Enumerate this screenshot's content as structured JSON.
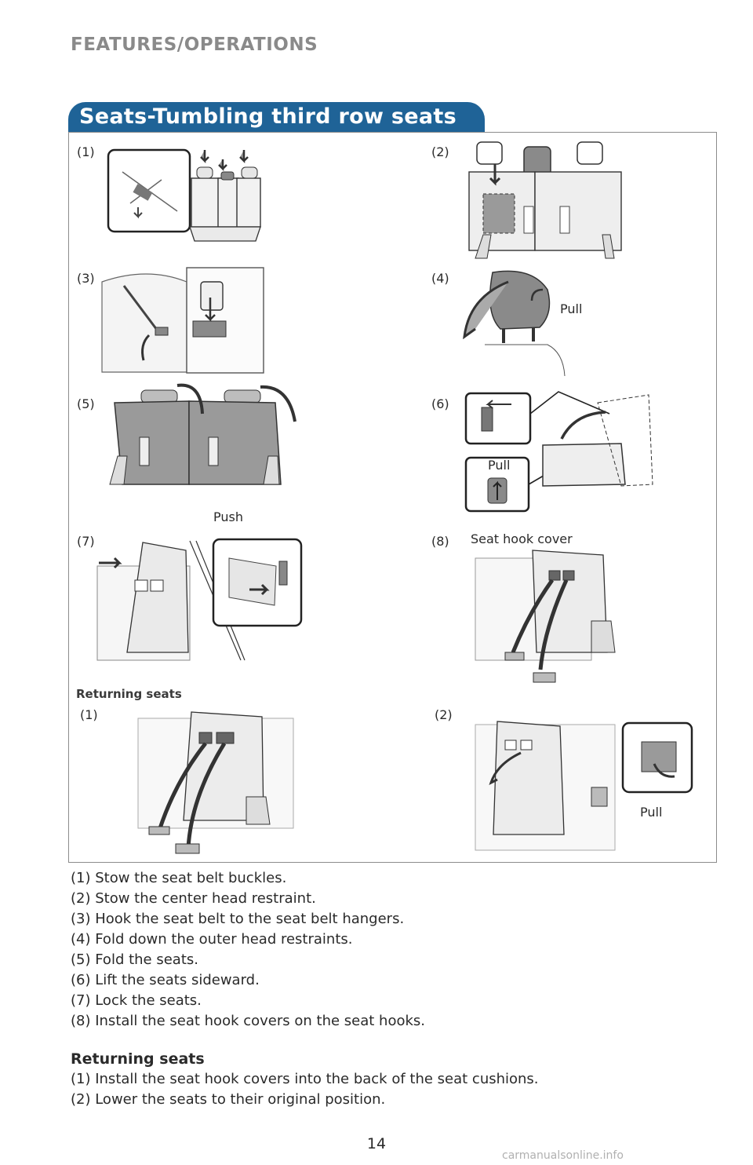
{
  "header": {
    "section": "FEATURES/OPERATIONS"
  },
  "title": "Seats-Tumbling third row seats",
  "figure": {
    "labels": [
      "(1)",
      "(2)",
      "(3)",
      "(4)",
      "(5)",
      "(6)",
      "(7)",
      "(8)"
    ],
    "callouts": {
      "pull_4": "Pull",
      "pull_6": "Pull",
      "push_5": "Push",
      "seat_hook_cover": "Seat hook cover",
      "pull_ret2": "Pull"
    },
    "returning_title": "Returning seats",
    "returning_labels": [
      "(1)",
      "(2)"
    ]
  },
  "steps": [
    "(1) Stow the seat belt buckles.",
    "(2) Stow the center head restraint.",
    "(3) Hook the seat belt to the seat belt hangers.",
    "(4) Fold down the outer head restraints.",
    "(5) Fold the seats.",
    "(6) Lift the seats sideward.",
    "(7) Lock the seats.",
    "(8) Install the seat hook covers on the seat hooks."
  ],
  "returning": {
    "title": "Returning seats",
    "steps": [
      "(1) Install the seat hook covers into the back of the seat cushions.",
      "(2) Lower the seats to their original position."
    ]
  },
  "page_number": "14",
  "watermark": "carmanualsonline.info"
}
